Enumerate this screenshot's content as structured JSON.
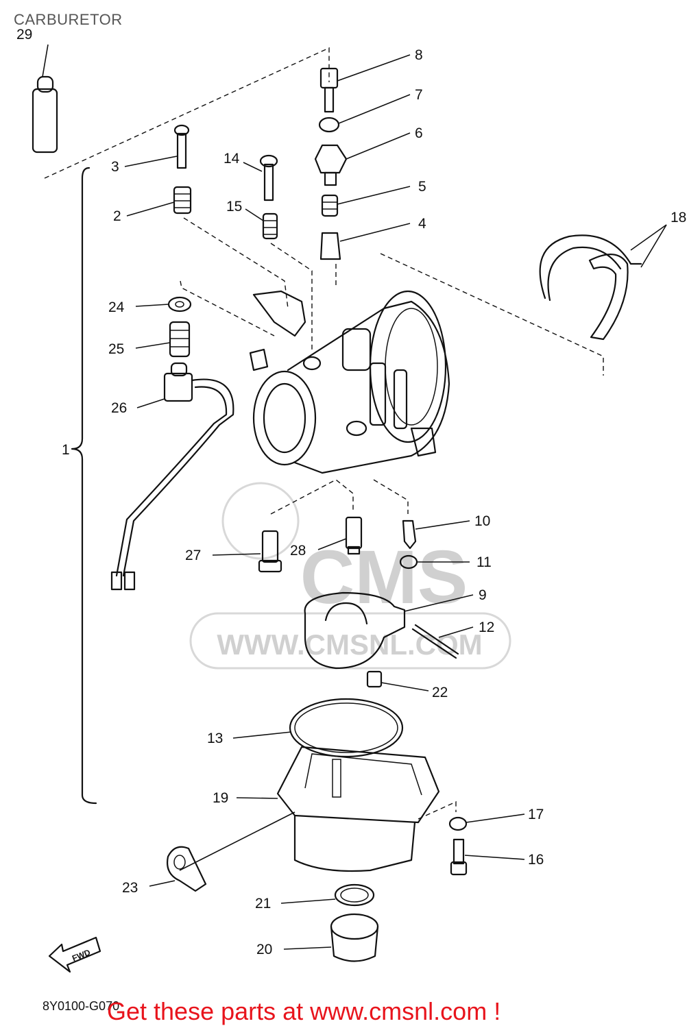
{
  "title": "CARBURETOR",
  "watermark": {
    "text": "WWW.CMSNL.COM",
    "logo": "CMS"
  },
  "drawing_code": "8Y0100-G070",
  "footer": "Get these parts at www.cmsnl.com !",
  "fwd_label": "FWD",
  "callouts": {
    "p1": "1",
    "p2": "2",
    "p3": "3",
    "p4": "4",
    "p5": "5",
    "p6": "6",
    "p7": "7",
    "p8": "8",
    "p9": "9",
    "p10": "10",
    "p11": "11",
    "p12": "12",
    "p13": "13",
    "p14": "14",
    "p15": "15",
    "p16": "16",
    "p17": "17",
    "p18": "18",
    "p19": "19",
    "p20": "20",
    "p21": "21",
    "p22": "22",
    "p23": "23",
    "p24": "24",
    "p25": "25",
    "p26": "26",
    "p27": "27",
    "p28": "28",
    "p29": "29"
  }
}
